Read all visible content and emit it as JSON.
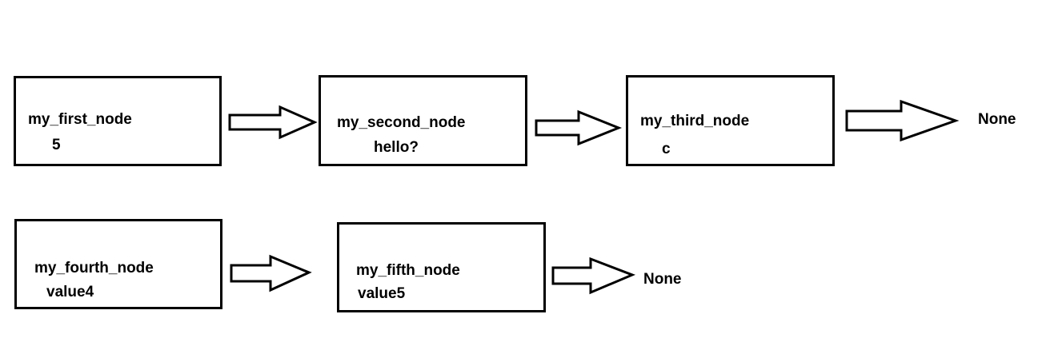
{
  "rows": [
    {
      "nodes": [
        {
          "name": "my_first_node",
          "value": "5"
        },
        {
          "name": "my_second_node",
          "value": "hello?"
        },
        {
          "name": "my_third_node",
          "value": "c"
        }
      ],
      "terminal": "None"
    },
    {
      "nodes": [
        {
          "name": "my_fourth_node",
          "value": "value4"
        },
        {
          "name": "my_fifth_node",
          "value": "value5"
        }
      ],
      "terminal": "None"
    }
  ]
}
